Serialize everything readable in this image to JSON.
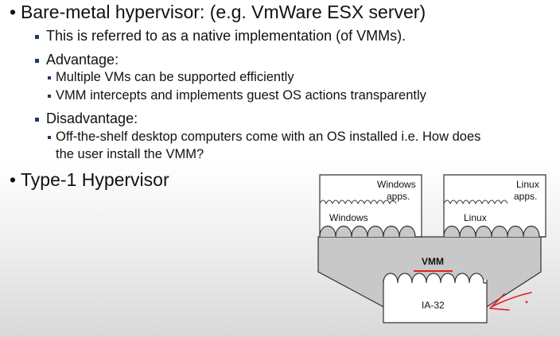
{
  "slide": {
    "bullets": {
      "b1": "Bare-metal hypervisor: (e.g. VmWare ESX server)",
      "b1_1": "This is referred to as a native implementation (of VMMs).",
      "b1_2": "Advantage:",
      "b1_2_1": "Multiple VMs can be supported efficiently",
      "b1_2_2": "VMM intercepts and implements guest OS actions transparently",
      "b1_3": "Disadvantage:",
      "b1_3_1a": "Off-the-shelf desktop computers come with an OS installed i.e. How does",
      "b1_3_1b": "the user install the VMM?",
      "b2": "Type-1 Hypervisor"
    },
    "diagram": {
      "win_apps_1": "Windows",
      "win_apps_2": "apps.",
      "win_os": "Windows",
      "linux_apps_1": "Linux",
      "linux_apps_2": "apps.",
      "linux_os": "Linux",
      "vmm": "VMM",
      "hw": "IA-32"
    },
    "colors": {
      "bullet_square": "#1f3864",
      "vmm_fill": "#c8c8c8",
      "annotation": "#e02020"
    }
  }
}
